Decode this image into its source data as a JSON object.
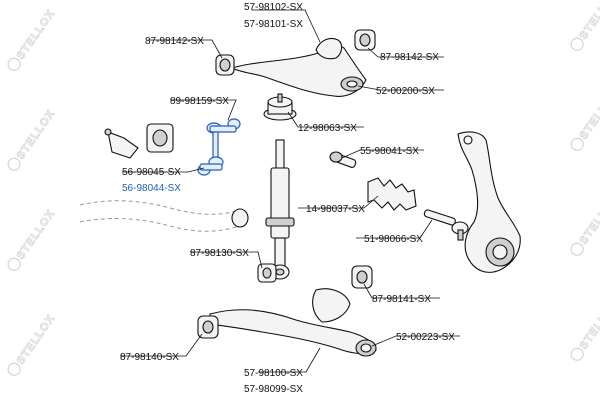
{
  "watermark": {
    "text": "STELLOX"
  },
  "colors": {
    "highlight": "#1f5fbf",
    "line": "#111111",
    "watermark": "#d4d4d4"
  },
  "labels": {
    "p_57_98102": "57-98102-SX",
    "p_57_98101": "57-98101-SX",
    "p_87_98142_left": "87-98142-SX",
    "p_87_98142_right": "87-98142-SX",
    "p_52_00200": "52-00200-SX",
    "p_89_98159": "89-98159-SX",
    "p_12_98063": "12-98063-SX",
    "p_55_98041": "55-98041-SX",
    "p_56_98045": "56-98045-SX",
    "p_56_98044": "56-98044-SX",
    "p_14_98037": "14-98037-SX",
    "p_51_98066": "51-98066-SX",
    "p_87_98130": "87-98130-SX",
    "p_87_98141": "87-98141-SX",
    "p_52_00223": "52-00223-SX",
    "p_87_98140": "87-98140-SX",
    "p_57_98100": "57-98100-SX",
    "p_57_98099": "57-98099-SX"
  }
}
